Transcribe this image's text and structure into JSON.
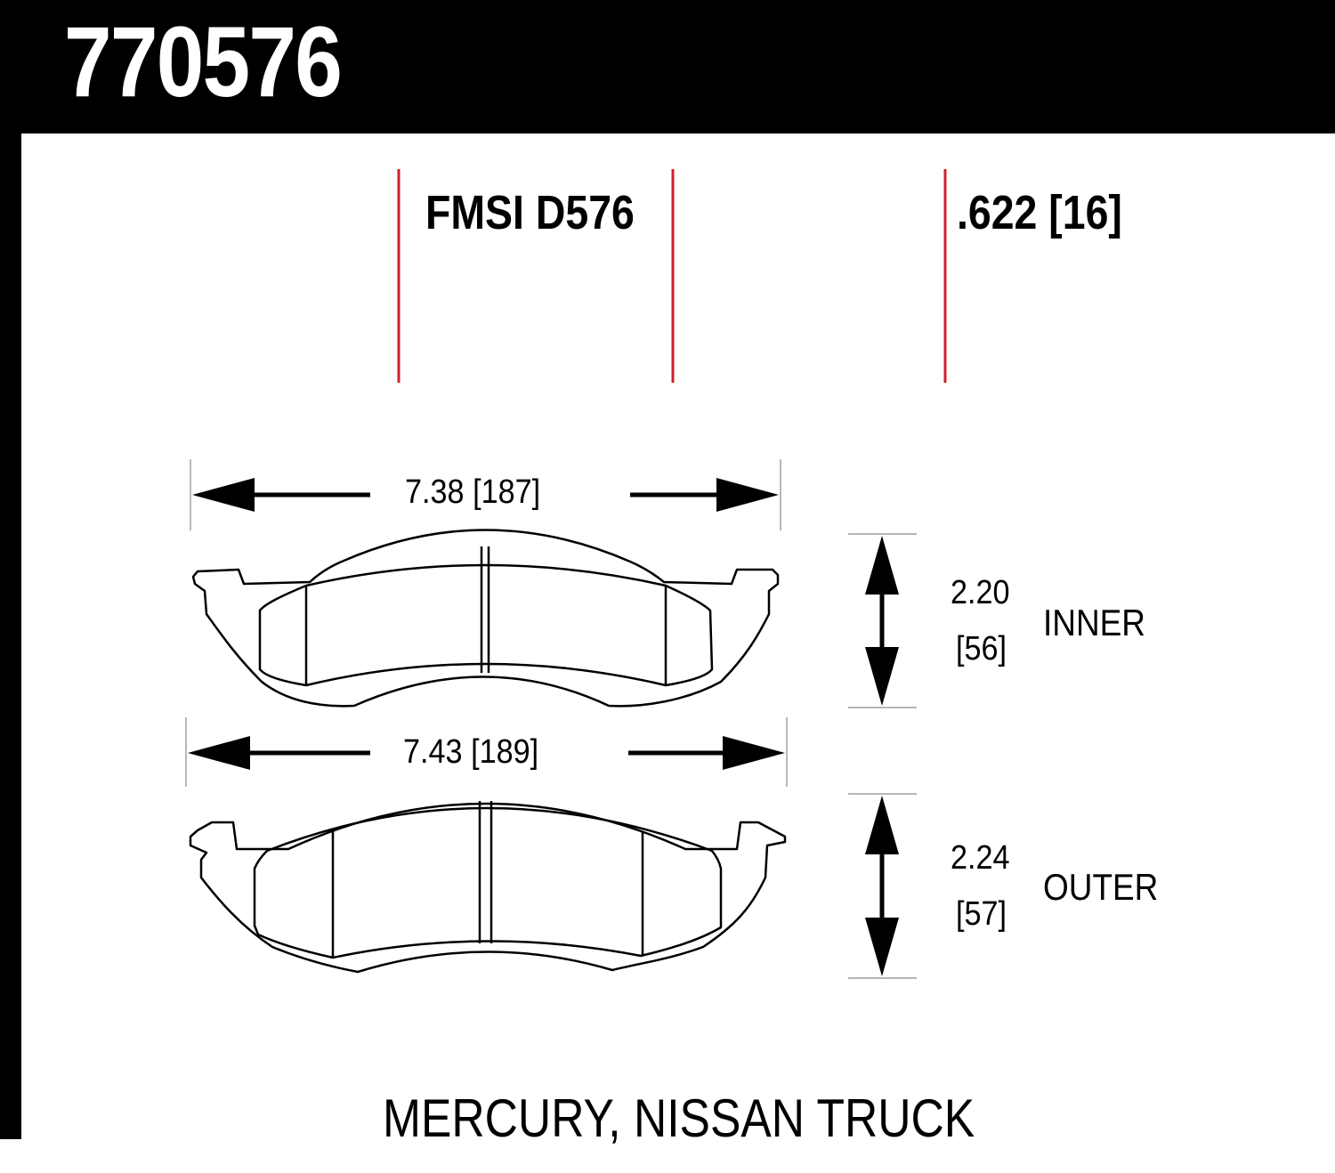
{
  "header": {
    "part_number": "770576"
  },
  "specs": {
    "fmsi": "FMSI D576",
    "thickness": ".622 [16]"
  },
  "inner_pad": {
    "width_label": "7.38 [187]",
    "height_in": "2.20",
    "height_mm": "[56]",
    "label": "INNER"
  },
  "outer_pad": {
    "width_label": "7.43 [189]",
    "height_in": "2.24",
    "height_mm": "[57]",
    "label": "OUTER"
  },
  "application": "MERCURY, NISSAN TRUCK",
  "colors": {
    "header_bg": "#000000",
    "header_text": "#ffffff",
    "guide_line": "#d0202a",
    "ink": "#000000"
  }
}
